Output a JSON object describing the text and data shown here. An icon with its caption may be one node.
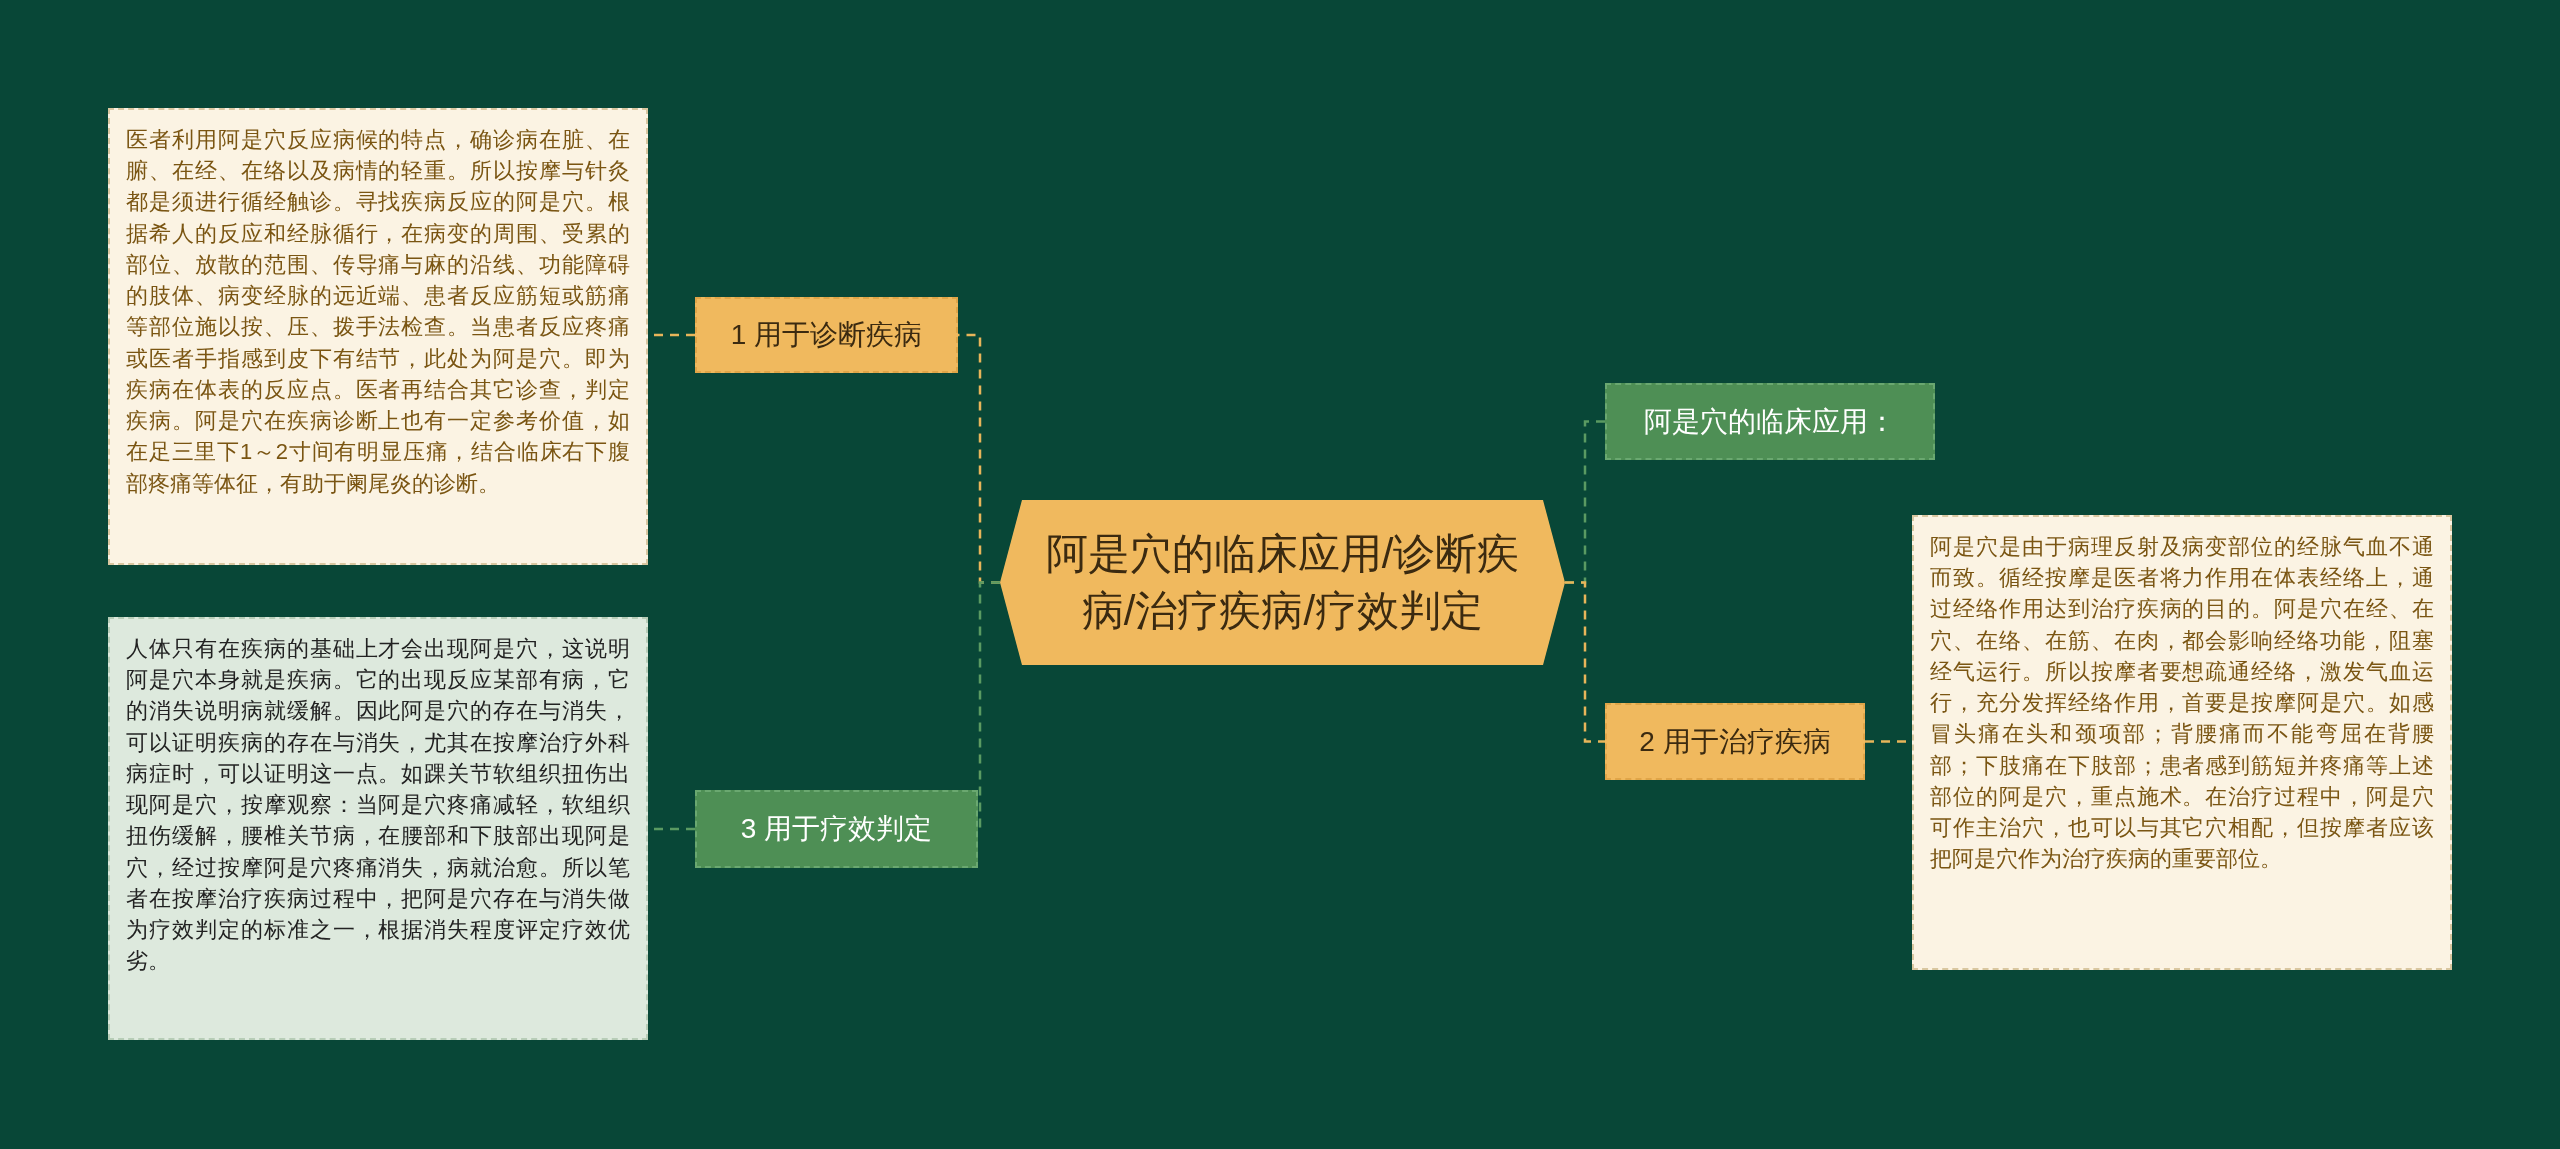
{
  "diagram": {
    "nodes": [
      {
        "text": [
          "阿是穴的临床应用/诊断疾病/治疗疾病/疗效判定"
        ]
      },
      {
        "text": [
          "1 用于诊断疾病"
        ]
      },
      {
        "text": [
          "医者利用阿是穴反应病候的特点，确诊病在脏、在腑、在经、在络以及病情的轻重。所以按摩与针灸都是须进行循经触诊。寻找疾病反应的阿是穴。根据希人的反应和经脉循行，在病变的周围、受累的部位、放散的范围、传导痛与麻的沿线、功能障碍的肢体、病变经脉的远近端、患者反应筋短或筋痛等部位施以按、压、拨手法检查。当患者反应疼痛或医者手指感到皮下有结节，此处为阿是穴。即为疾病在体表的反应点。医者再结合其它诊查，判定疾病。阿是穴在疾病诊断上也有一定参考价值，如在足三里下1～2寸间有明显压痛，结合临床右下腹部疼痛等体征，有助于阑尾炎的诊断。"
        ]
      },
      {
        "text": [
          "3 用于疗效判定"
        ]
      },
      {
        "text": [
          "人体只有在疾病的基础上才会出现阿是穴，这说明阿是穴本身就是疾病。它的出现反应某部有病，它的消失说明病就缓解。因此阿是穴的存在与消失，可以证明疾病的存在与消失，尤其在按摩治疗外科病症时，可以证明这一点。如踝关节软组织扭伤出现阿是穴，按摩观察：当阿是穴疼痛减轻，软组织扭伤缓解，腰椎关节病，在腰部和下肢部出现阿是穴，经过按摩阿是穴疼痛消失，病就治愈。所以笔者在按摩治疗疾病过程中，把阿是穴存在与消失做为疗效判定的标准之一，根据消失程度评定疗效优劣。"
        ]
      },
      {
        "text": [
          "阿是穴的临床应用："
        ]
      },
      {
        "text": [
          "2 用于治疗疾病"
        ]
      },
      {
        "text": [
          "阿是穴是由于病理反射及病变部位的经脉气血不通而致。循经按摩是医者将力作用在体表经络上，通过经络作用达到治疗疾病的目的。阿是穴在经、在穴、在络、在筋、在肉，都会影响经络功能，阻塞经气运行。所以按摩者要想疏通经络，激发气血运行，充分发挥经络作用，首要是按摩阿是穴。如感冒头痛在头和颈项部；背腰痛而不能弯屈在背腰部；下肢痛在下肢部；患者感到筋短并疼痛等上述部位的阿是穴，重点施术。在治疗过程中，阿是穴可作主治穴，也可以与其它穴相配，但按摩者应该把阿是穴作为治疗疾病的重要部位。"
        ]
      }
    ],
    "edges": [
      {
        "from": 0,
        "to": 1,
        "arrow": "none"
      },
      {
        "from": 1,
        "to": 2,
        "arrow": "none"
      },
      {
        "from": 0,
        "to": 3,
        "arrow": "none",
        "color": "#5a9a62"
      },
      {
        "from": 3,
        "to": 4,
        "arrow": "none",
        "color": "#5a9a62"
      },
      {
        "from": 0,
        "to": 5,
        "arrow": "none",
        "color": "#5a9a62"
      },
      {
        "from": 0,
        "to": 6,
        "arrow": "none"
      },
      {
        "from": 6,
        "to": 7,
        "arrow": "none"
      }
    ]
  }
}
